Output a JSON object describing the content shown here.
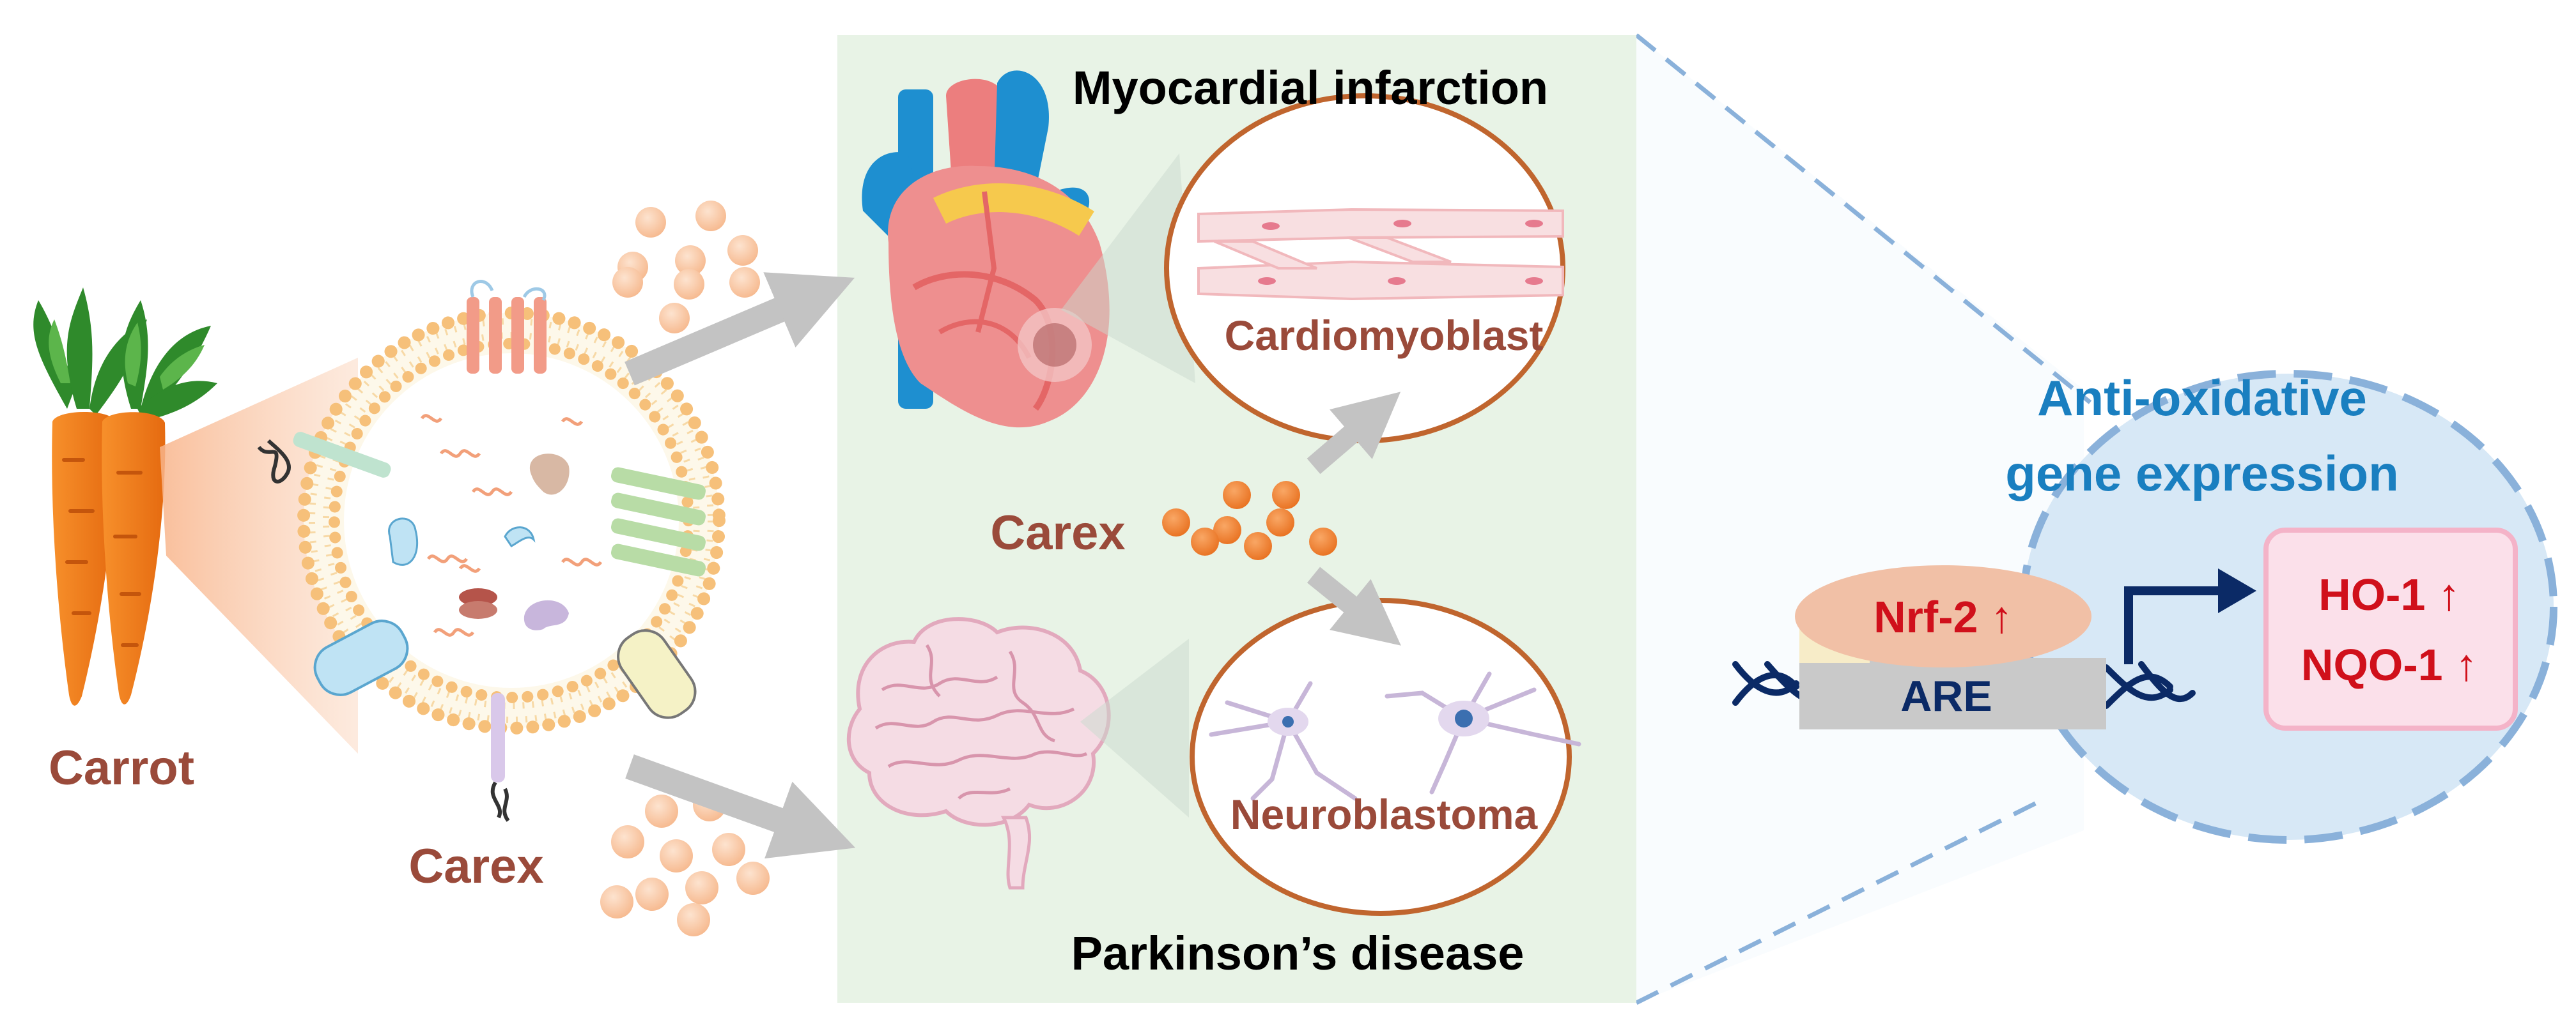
{
  "labels": {
    "carrot": "Carrot",
    "carex_left": "Carex",
    "carex_center": "Carex",
    "myocardial_infarction": "Myocardial infarction",
    "parkinsons": "Parkinson’s disease",
    "cardiomyoblast": "Cardiomyoblast",
    "neuroblastoma": "Neuroblastoma",
    "anti_oxidative_line1": "Anti-oxidative",
    "anti_oxidative_line2": "gene expression",
    "nrf2": "Nrf-2 ↑",
    "are": "ARE",
    "ho1": "HO-1 ↑",
    "nqo1": "NQO-1 ↑"
  },
  "colors": {
    "label_brown": "#9a4a3a",
    "panel_green": "#e8f3e6",
    "ellipse_stroke": "#c0652e",
    "blue_text": "#1a7fc0",
    "red_text": "#d0101b",
    "vesicle_dot": "#f6c07a",
    "particle": "#f8c39b",
    "carex_particle": "#ee7d2e",
    "dashed_blue": "#8ab1da",
    "zoom_fill": "#d7e8f6",
    "arrow_gray": "#c3c3c3",
    "navy_arrow": "#0b2a66"
  },
  "icons": [
    "carrot-icon",
    "vesicle-icon",
    "heart-icon",
    "brain-icon",
    "muscle-cell-icon",
    "neuron-icon",
    "dna-icon",
    "promoter-arrow-icon",
    "protein-icons"
  ]
}
